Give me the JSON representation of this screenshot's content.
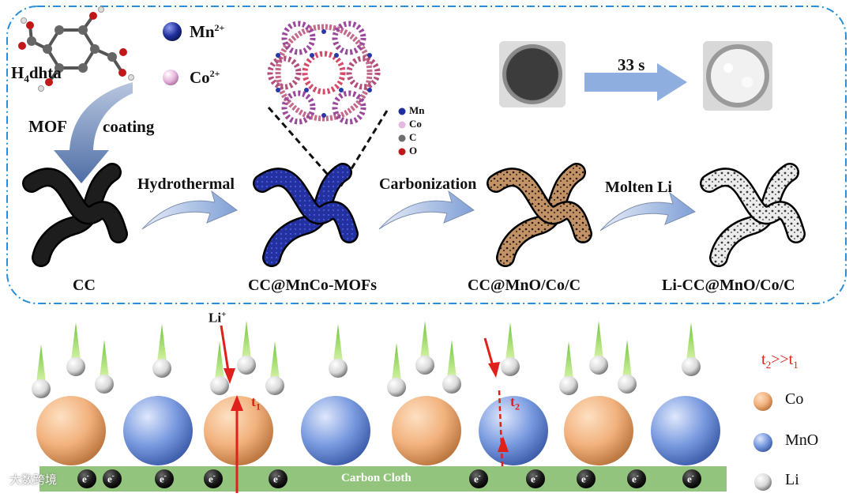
{
  "top": {
    "precursor": {
      "prefix": "H",
      "sub": "4",
      "suffix": "dhta"
    },
    "ions": [
      {
        "symbol": "Mn",
        "charge": "2+",
        "color": "#1f2f9c"
      },
      {
        "symbol": "Co",
        "charge": "2+",
        "color": "#e7b4dd"
      }
    ],
    "coating_left": "MOF",
    "coating_right": "coating",
    "mof_legend": [
      {
        "label": "Mn",
        "color": "#1f2f9c"
      },
      {
        "label": "Co",
        "color": "#e6b7e0"
      },
      {
        "label": "C",
        "color": "#6e6e6e"
      },
      {
        "label": "O",
        "color": "#c01818"
      }
    ],
    "time_label": "33 s",
    "steps": [
      "Hydrothermal",
      "Carbonization",
      "Molten Li"
    ],
    "stages": [
      "CC",
      "CC@MnCo-MOFs",
      "CC@MnO/Co/C",
      "Li-CC@MnO/Co/C"
    ]
  },
  "bottom": {
    "li_label": "Li",
    "li_charge": "+",
    "t1": {
      "t": "t",
      "sub": "1"
    },
    "t2": {
      "t": "t",
      "sub": "2"
    },
    "relation": {
      "a": "t",
      "a_sub": "2",
      "op": ">>",
      "b": "t",
      "b_sub": "1"
    },
    "electron": {
      "e": "e",
      "charge": "-"
    },
    "substrate": "Carbon Cloth",
    "legend": [
      {
        "label": "Co",
        "color": "#f2b27e"
      },
      {
        "label": "MnO",
        "color": "#7b9be0"
      },
      {
        "label": "Li",
        "color": "#e8e8e8"
      }
    ]
  },
  "watermark": "大数跨境",
  "colors": {
    "frame": "#2a8fd6",
    "arrow": "#8faee0",
    "red": "#e0201b",
    "cloth": "#93c47d"
  }
}
